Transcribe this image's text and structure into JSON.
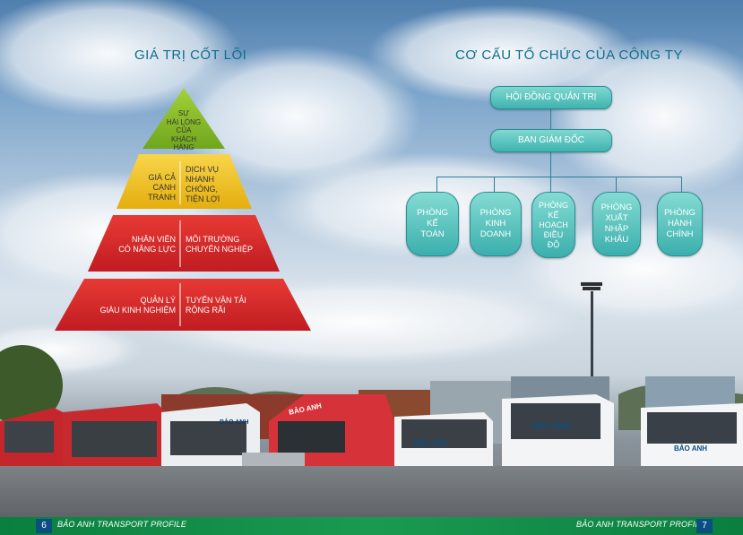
{
  "left_title": "GIÁ TRỊ CỐT LÕI",
  "right_title": "CƠ CẤU TỔ CHỨC CỦA CÔNG TY",
  "pyramid": {
    "top": "SỰ\nHÀI LÒNG\nCỦA\nKHÁCH HÀNG",
    "level2_left": "GIÁ CẢ\nCẠNH TRANH",
    "level2_right": "DỊCH VỤ\nNHANH\nCHÓNG,\nTIỆN LỢI",
    "level3_left": "NHÂN VIÊN\nCÓ NĂNG LỰC",
    "level3_right": "MÔI TRƯỜNG\nCHUYÊN NGHIỆP",
    "level4_left": "QUẢN LÝ\nGIÀU KINH NGHIỆM",
    "level4_right": "TUYẾN VẬN TẢI\nRỘNG RÃI",
    "colors": {
      "top": "#8bbd2a",
      "level2": "#f2c21a",
      "level3_4": "#d9262a"
    }
  },
  "org": {
    "board": "HỘI ĐỒNG QUẢN TRỊ",
    "directors": "BAN GIÁM ĐỐC",
    "departments": [
      "PHÒNG\nKẾ\nTOÁN",
      "PHÒNG\nKINH\nDOANH",
      "PHÒNG\nKẾ\nHOẠCH\nĐIỀU\nĐỘ",
      "PHÒNG\nXUẤT\nNHẬP\nKHẨU",
      "PHÒNG\nHÀNH\nCHÍNH"
    ]
  },
  "footer": {
    "left_page": "6",
    "left_text": "BẢO ANH TRANSPORT PROFILE",
    "right_text": "BẢO ANH TRANSPORT PROFILE",
    "right_page": "7"
  },
  "truck_logos": [
    "BẢO ANH",
    "BẢO ANH",
    "BẢO ANH",
    "BẢO ANH",
    "BẢO ANH"
  ],
  "brand_color": "#0a7f3f"
}
